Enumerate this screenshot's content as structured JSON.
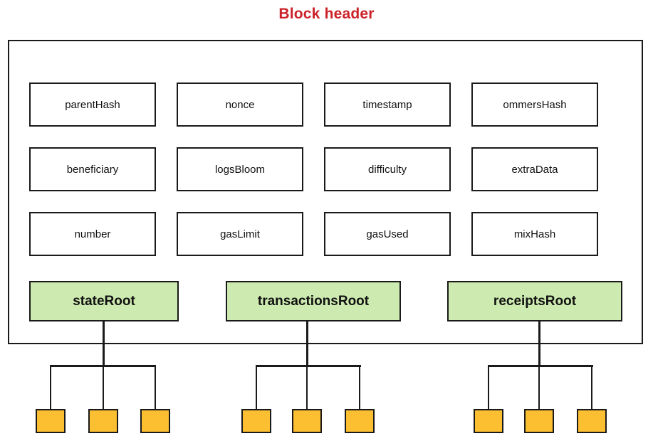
{
  "title": "Block header",
  "colors": {
    "title": "#cc2229",
    "root_box_fill": "#cdeab0",
    "leaf_box_fill": "#fcbf32",
    "stroke": "#1a1a1a",
    "field_box_fill": "#ffffff"
  },
  "header": {
    "field_rows": [
      {
        "cells": [
          "parentHash",
          "nonce",
          "timestamp",
          "ommersHash"
        ]
      },
      {
        "cells": [
          "beneficiary",
          "logsBloom",
          "difficulty",
          "extraData"
        ]
      },
      {
        "cells": [
          "number",
          "gasLimit",
          "gasUsed",
          "mixHash"
        ]
      }
    ],
    "root_fields": [
      "stateRoot",
      "transactionsRoot",
      "receiptsRoot"
    ]
  },
  "trees": [
    {
      "root": "stateRoot",
      "leaf_count": 3
    },
    {
      "root": "transactionsRoot",
      "leaf_count": 3
    },
    {
      "root": "receiptsRoot",
      "leaf_count": 3
    }
  ]
}
